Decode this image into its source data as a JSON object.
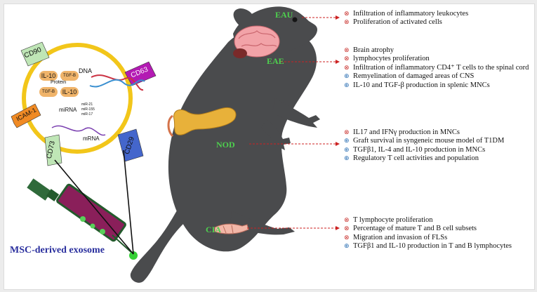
{
  "colors": {
    "background": "#ececec",
    "rat": "#4a4b4d",
    "vesicle_ring": "#f2c61a",
    "model_label": "#4ed04e",
    "arrow": "#cc2222",
    "decrease_symbol": "#c9302c",
    "increase_symbol": "#2b6fb3",
    "exosome_label": "#2a2f9e"
  },
  "symbols": {
    "decrease": "⊗",
    "increase": "⊕"
  },
  "exosome": {
    "label": "MSC-derived exosome",
    "markers": [
      "CD90",
      "CD63",
      "ICAM-1",
      "CD73",
      "CD29"
    ],
    "cargo": {
      "dna_label": "DNA",
      "protein_label": "Protein",
      "protein_chips": [
        "IL-10",
        "TGF-B",
        "TGF-B",
        "IL-10"
      ],
      "mirna_label": "miRNA",
      "mirna_list": [
        "miR-21",
        "miR-155",
        "miR-17"
      ],
      "mrna_label": "mRNA"
    }
  },
  "models": [
    {
      "label": "EAU",
      "organ": "eye-icon",
      "effects": [
        {
          "sign": "decrease",
          "text": "Infiltration of inflammatory leukocytes"
        },
        {
          "sign": "decrease",
          "text": "Proliferation of activated cells"
        }
      ]
    },
    {
      "label": "EAE",
      "organ": "brain-icon",
      "effects": [
        {
          "sign": "decrease",
          "text": "Brain atrophy"
        },
        {
          "sign": "decrease",
          "text": "lymphocytes proliferation"
        },
        {
          "sign": "decrease",
          "text": "Infiltration of inflammatory CD4⁺ T cells to the spinal cord"
        },
        {
          "sign": "increase",
          "text": "Remyelination of damaged areas of CNS"
        },
        {
          "sign": "increase",
          "text": "IL-10 and TGF-β production in splenic MNCs"
        }
      ]
    },
    {
      "label": "NOD",
      "organ": "pancreas-icon",
      "effects": [
        {
          "sign": "decrease",
          "text": "IL17 and IFNγ production in MNCs"
        },
        {
          "sign": "increase",
          "text": "Graft survival in syngeneic mouse model of T1DM"
        },
        {
          "sign": "increase",
          "text": "TGFβ1, IL-4 and IL-10 production in MNCs"
        },
        {
          "sign": "increase",
          "text": "Regulatory T cell activities and population"
        }
      ]
    },
    {
      "label": "CIA",
      "organ": "joint-icon",
      "effects": [
        {
          "sign": "decrease",
          "text": "T lymphocyte proliferation"
        },
        {
          "sign": "decrease",
          "text": "Percentage of mature T and B cell subsets"
        },
        {
          "sign": "decrease",
          "text": "Migration and invasion of FLSs"
        },
        {
          "sign": "increase",
          "text": "TGFβ1 and IL-10 production in T and B lymphocytes"
        }
      ]
    }
  ]
}
